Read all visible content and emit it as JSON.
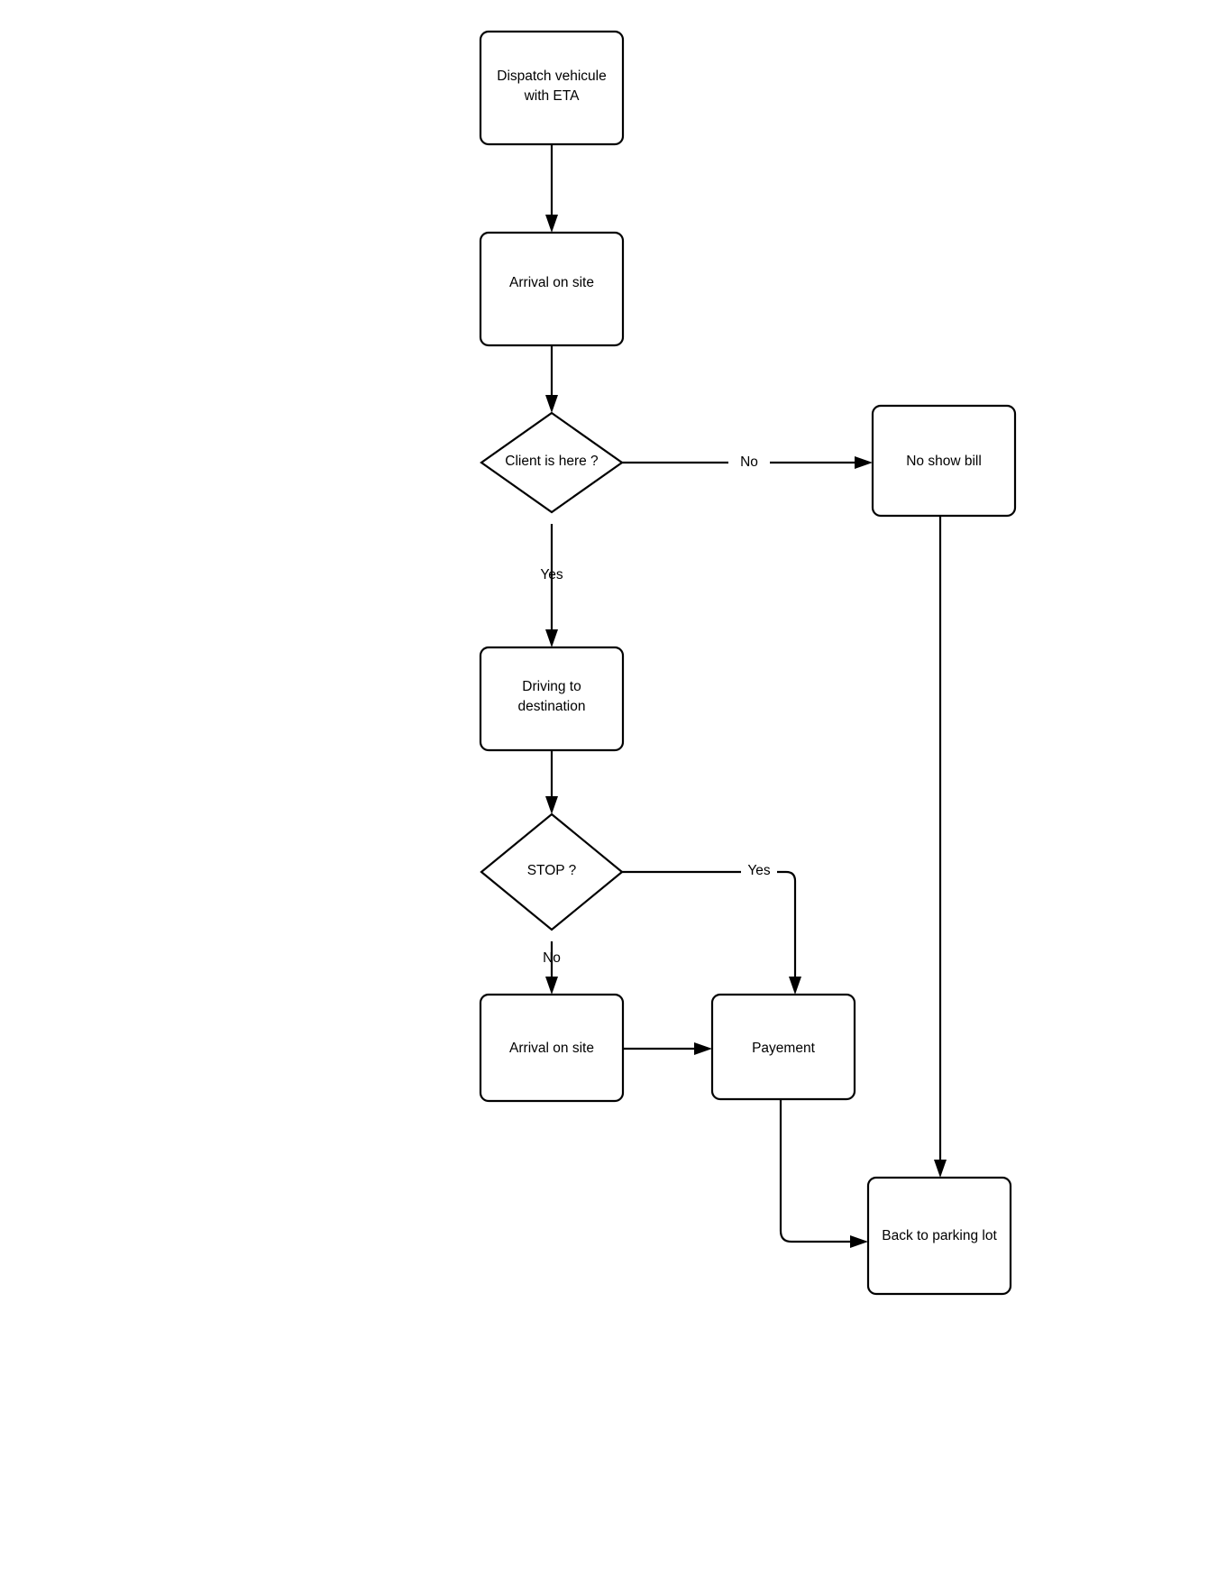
{
  "diagram": {
    "type": "flowchart",
    "title": "",
    "background_color": "#ffffff",
    "line_color": "#000000",
    "node_fill": "#ffffff",
    "nodes": [
      {
        "id": "dispatch",
        "shape": "rounded-rect",
        "label_line1": "Dispatch vehicule",
        "label_line2": "with ETA"
      },
      {
        "id": "arrival1",
        "shape": "rounded-rect",
        "label_line1": "Arrival on site",
        "label_line2": ""
      },
      {
        "id": "client_here",
        "shape": "diamond",
        "label_line1": "Client is here ?",
        "label_line2": ""
      },
      {
        "id": "noshow",
        "shape": "rounded-rect",
        "label_line1": "No show bill",
        "label_line2": ""
      },
      {
        "id": "driving",
        "shape": "rounded-rect",
        "label_line1": "Driving to",
        "label_line2": "destination"
      },
      {
        "id": "stop",
        "shape": "diamond",
        "label_line1": "STOP ?",
        "label_line2": ""
      },
      {
        "id": "arrival2",
        "shape": "rounded-rect",
        "label_line1": "Arrival on site",
        "label_line2": ""
      },
      {
        "id": "payement",
        "shape": "rounded-rect",
        "label_line1": "Payement",
        "label_line2": ""
      },
      {
        "id": "parking",
        "shape": "rounded-rect",
        "label_line1": "Back to parking lot",
        "label_line2": ""
      }
    ],
    "edges": [
      {
        "id": "e1",
        "from": "dispatch",
        "to": "arrival1",
        "label": ""
      },
      {
        "id": "e2",
        "from": "arrival1",
        "to": "client_here",
        "label": ""
      },
      {
        "id": "e3",
        "from": "client_here",
        "to": "noshow",
        "label": "No"
      },
      {
        "id": "e4",
        "from": "client_here",
        "to": "driving",
        "label": "Yes"
      },
      {
        "id": "e5",
        "from": "driving",
        "to": "stop",
        "label": ""
      },
      {
        "id": "e6",
        "from": "stop",
        "to": "payement",
        "label": "Yes"
      },
      {
        "id": "e7",
        "from": "stop",
        "to": "arrival2",
        "label": "No"
      },
      {
        "id": "e8",
        "from": "arrival2",
        "to": "payement",
        "label": ""
      },
      {
        "id": "e9",
        "from": "payement",
        "to": "parking",
        "label": ""
      },
      {
        "id": "e10",
        "from": "noshow",
        "to": "parking",
        "label": ""
      }
    ]
  }
}
